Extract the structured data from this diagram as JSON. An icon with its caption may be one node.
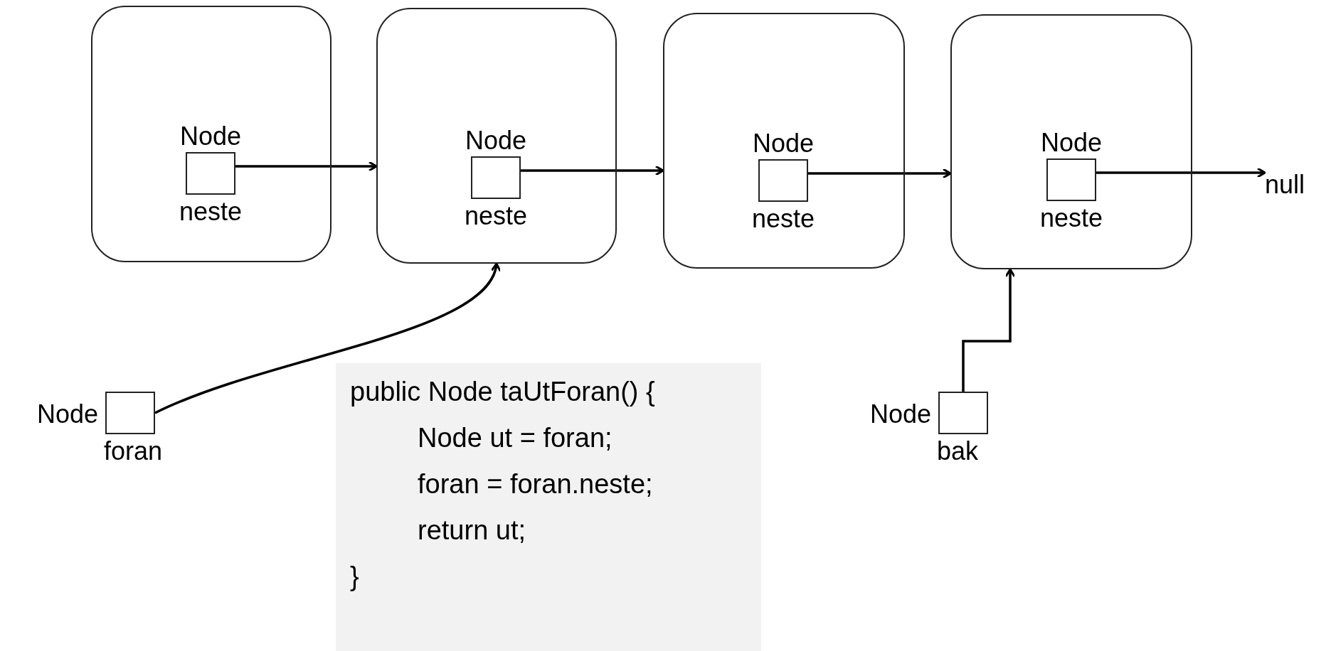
{
  "diagram": {
    "nodes": [
      {
        "text": [],
        "shape": "box"
      },
      {
        "text": [
          "Node",
          "neste"
        ],
        "in": 0
      },
      {
        "text": [],
        "shape": "box"
      },
      {
        "text": [
          "Node",
          "neste"
        ],
        "in": 2
      },
      {
        "text": [],
        "shape": "box"
      },
      {
        "text": [
          "Node",
          "neste"
        ],
        "in": 4
      },
      {
        "text": [],
        "shape": "box"
      },
      {
        "text": [
          "Node",
          "neste"
        ],
        "in": 6
      },
      {
        "text": [
          "null"
        ]
      },
      {
        "text": [
          "Node",
          "foran"
        ]
      },
      {
        "text": [
          "public Node taUtForan() {",
          "Node ut = foran;",
          "foran = foran.neste;",
          "return ut;",
          "}"
        ]
      },
      {
        "text": [
          "Node",
          "bak"
        ]
      }
    ],
    "edges": [
      {
        "from": 1,
        "to": 2,
        "arrow": "to"
      },
      {
        "from": 3,
        "to": 4,
        "arrow": "to"
      },
      {
        "from": 5,
        "to": 6,
        "arrow": "to"
      },
      {
        "from": 7,
        "to": 8,
        "arrow": "to"
      },
      {
        "from": 9,
        "to": 2,
        "arrow": "to"
      },
      {
        "from": 11,
        "to": 6,
        "arrow": "to"
      }
    ]
  }
}
